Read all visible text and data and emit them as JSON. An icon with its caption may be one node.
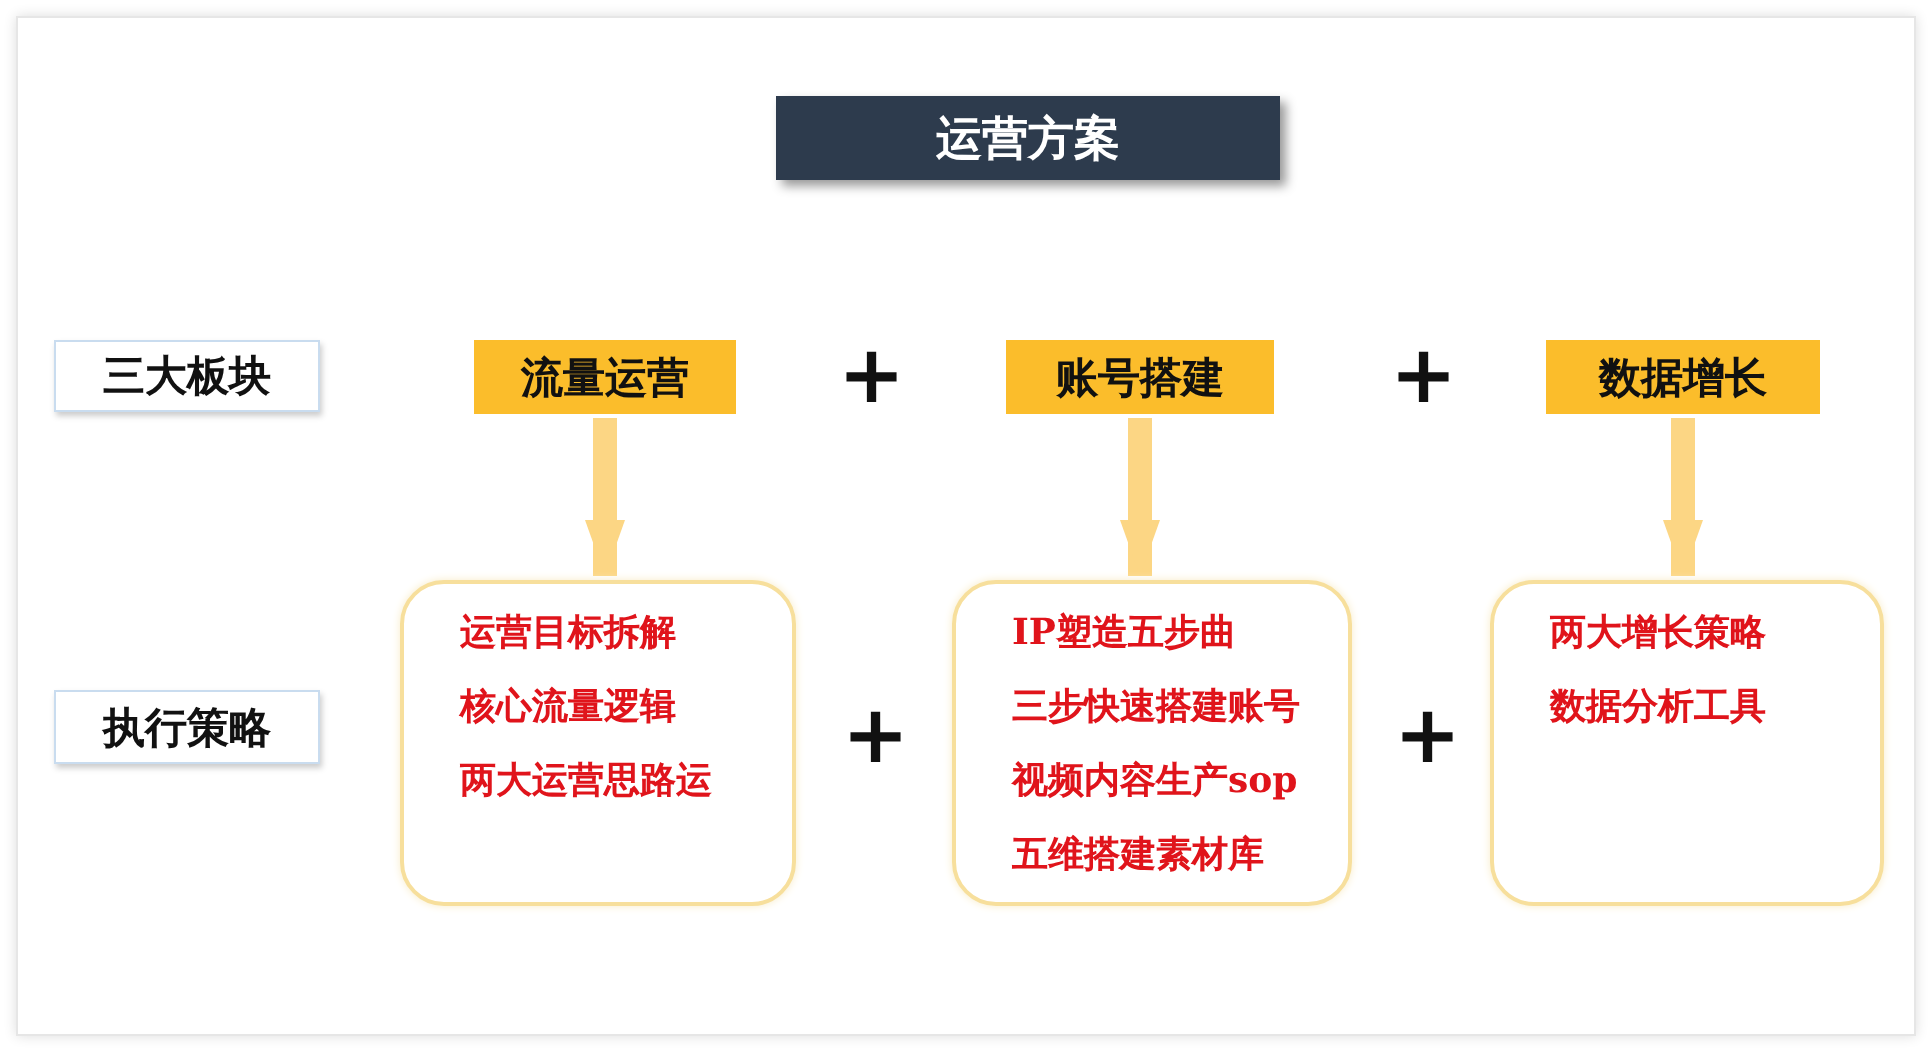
{
  "diagram": {
    "title": "运营方案",
    "nodes": [
      {
        "text": [
          "三大板块"
        ]
      },
      {
        "text": [
          "流量运营"
        ]
      },
      {
        "text": [
          "账号搭建"
        ]
      },
      {
        "text": [
          "数据增长"
        ]
      },
      {
        "text": [
          "执行策略"
        ]
      },
      {
        "text": [
          "运营目标拆解",
          "核心流量逻辑",
          "两大运营思路运"
        ]
      },
      {
        "text": [
          "IP塑造五步曲",
          "三步快速搭建账号",
          "视频内容生产sop",
          "五维搭建素材库"
        ]
      },
      {
        "text": [
          "两大增长策略",
          "数据分析工具"
        ]
      }
    ],
    "edges": [
      {
        "from": 1,
        "to": 5,
        "arrow": "to"
      },
      {
        "from": 2,
        "to": 6,
        "arrow": "to"
      },
      {
        "from": 3,
        "to": 7,
        "arrow": "to"
      }
    ],
    "labels": [
      "+",
      "+",
      "+",
      "+"
    ]
  }
}
